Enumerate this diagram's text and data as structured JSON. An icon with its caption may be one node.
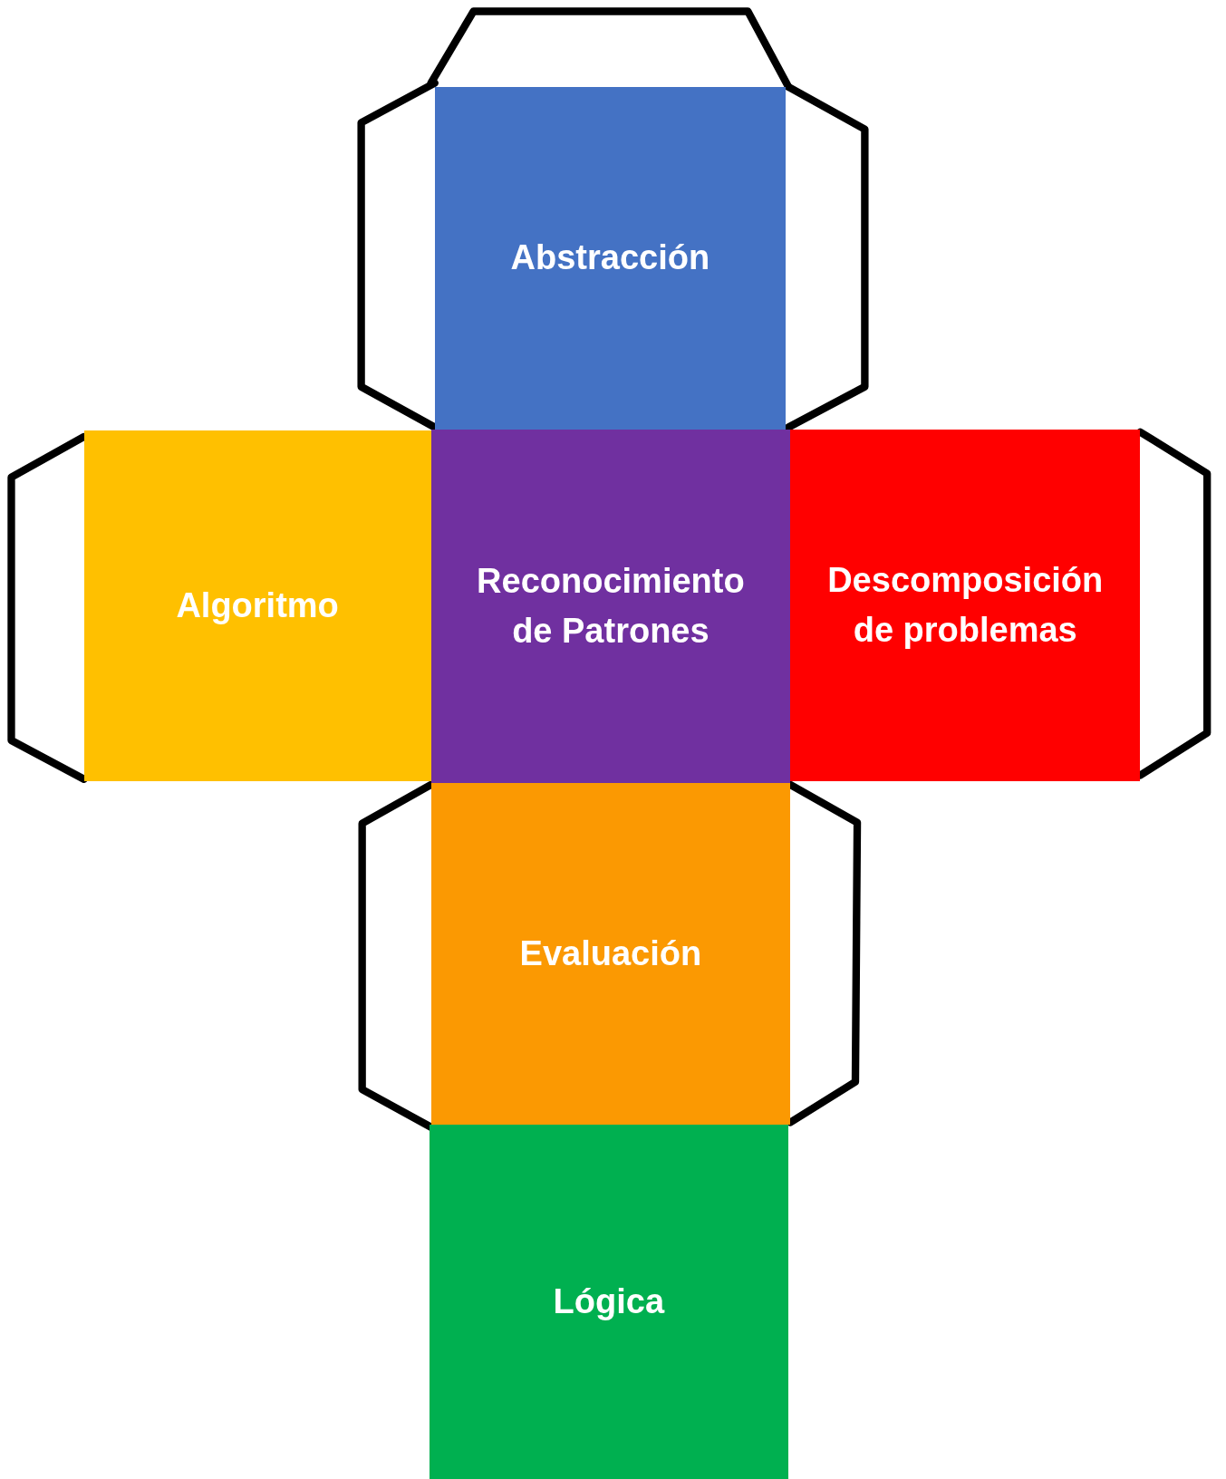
{
  "diagram": {
    "nodes": [
      {
        "text": [
          "Abstracción"
        ]
      },
      {
        "text": [
          "Algoritmo"
        ]
      },
      {
        "text": [
          "Reconocimiento de Patrones"
        ]
      },
      {
        "text": [
          "Descomposición de problemas"
        ]
      },
      {
        "text": [
          "Evaluación"
        ]
      },
      {
        "text": [
          "Lógica"
        ]
      }
    ]
  }
}
